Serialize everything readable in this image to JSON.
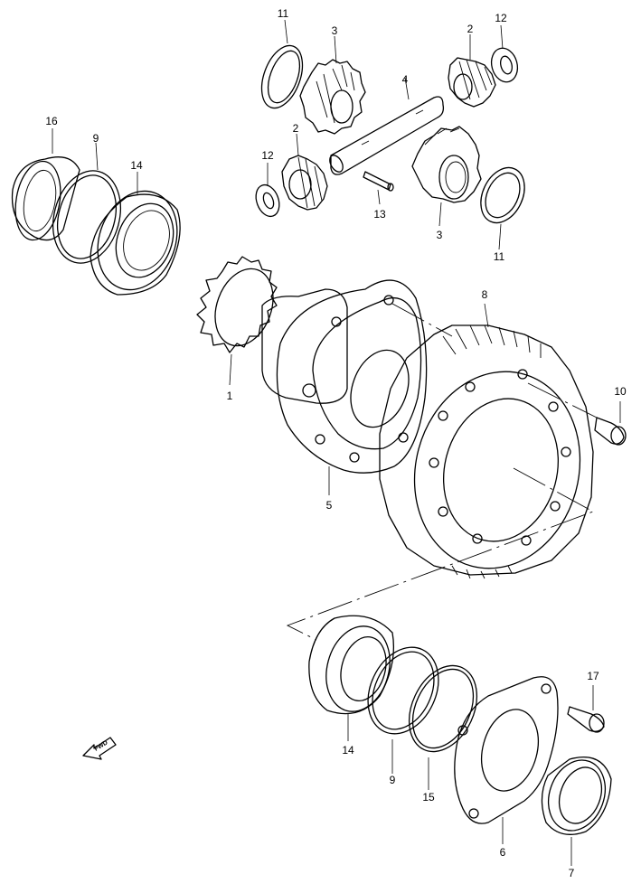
{
  "diagram": {
    "callouts": [
      {
        "id": "c-11-top",
        "number": "11"
      },
      {
        "id": "c-3-top",
        "number": "3"
      },
      {
        "id": "c-2-top",
        "number": "2"
      },
      {
        "id": "c-12-top",
        "number": "12"
      },
      {
        "id": "c-4",
        "number": "4"
      },
      {
        "id": "c-2-mid",
        "number": "2"
      },
      {
        "id": "c-12-mid",
        "number": "12"
      },
      {
        "id": "c-13",
        "number": "13"
      },
      {
        "id": "c-3-mid",
        "number": "3"
      },
      {
        "id": "c-11-mid",
        "number": "11"
      },
      {
        "id": "c-16",
        "number": "16"
      },
      {
        "id": "c-9-top",
        "number": "9"
      },
      {
        "id": "c-14-top",
        "number": "14"
      },
      {
        "id": "c-8",
        "number": "8"
      },
      {
        "id": "c-1",
        "number": "1"
      },
      {
        "id": "c-10",
        "number": "10"
      },
      {
        "id": "c-5",
        "number": "5"
      },
      {
        "id": "c-17",
        "number": "17"
      },
      {
        "id": "c-14-bot",
        "number": "14"
      },
      {
        "id": "c-9-bot",
        "number": "9"
      },
      {
        "id": "c-15",
        "number": "15"
      },
      {
        "id": "c-6",
        "number": "6"
      },
      {
        "id": "c-7",
        "number": "7"
      }
    ],
    "fwd_label": "FWD"
  }
}
